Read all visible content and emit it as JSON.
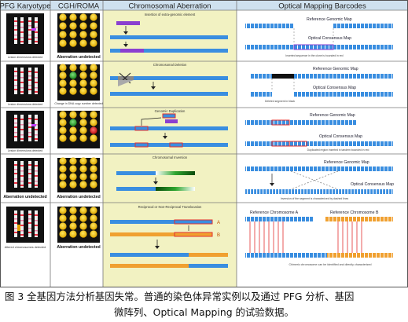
{
  "headers": {
    "pfg": "PFG Karyotype",
    "cgh": "CGH/ROMA",
    "aberration": "Chromosomal Aberration",
    "optical": "Optical Mapping Barcodes"
  },
  "rows": [
    {
      "pfg_caption": "Lesion dimensions detected",
      "cgh_caption": "Aberration undetected",
      "aberration_title": "Insertion of extra-genomic element",
      "optical_labels": [
        "Reference Genomic Map",
        "Optical Consensus Map"
      ],
      "optical_note": "Inserted sequence in the clone is bounded in red"
    },
    {
      "pfg_caption": "Lesion dimensions detected",
      "cgh_caption": "Change in DNA copy number detected",
      "aberration_title": "Chromosomal Deletion",
      "optical_labels": [
        "Reference Genomic Map",
        "Optical Consensus Map"
      ],
      "optical_note": "Deleted segment in black"
    },
    {
      "pfg_caption": "Lesion dimensions detected",
      "cgh_caption": "",
      "aberration_title": "Genomic Duplication",
      "optical_labels": [
        "Reference Genomic Map",
        "Optical Consensus Map"
      ],
      "optical_note": "Duplicated region inserted in tandem bounded in red"
    },
    {
      "pfg_caption": "Aberration undetected",
      "cgh_caption": "Aberration undetected",
      "aberration_title": "Chromosomal Inversion",
      "optical_labels": [
        "Reference Genomic Map",
        "Optical Consensus Map"
      ],
      "optical_note": "Inversion of the segment is characterized by dashed lines"
    },
    {
      "pfg_caption": "Altered chromosomes detected",
      "cgh_caption": "Aberration undetected",
      "aberration_title": "Reciprocal or Non-Reciprocal Translocation",
      "aberration_labels": [
        "A",
        "B"
      ],
      "optical_labels": [
        "Reference Chromosome A",
        "Reference Chromosome B"
      ],
      "optical_note": "Chimeric chromosome can be identified and directly characterized"
    }
  ],
  "caption": {
    "line1": "图 3   全基因方法分析基因失常。普通的染色体异常实例以及通过 PFG 分析、基因",
    "line2": "微阵列、Optical Mapping 的试验数据。"
  },
  "colors": {
    "header_bg": "#cfe1ef",
    "aberration_bg": "#f2f2c2",
    "blue": "#3a8ee0",
    "orange": "#f0a030",
    "purple": "#8a3fd0",
    "green": "#2fa62f",
    "red": "#e23030",
    "yellow": "#f4c400"
  }
}
